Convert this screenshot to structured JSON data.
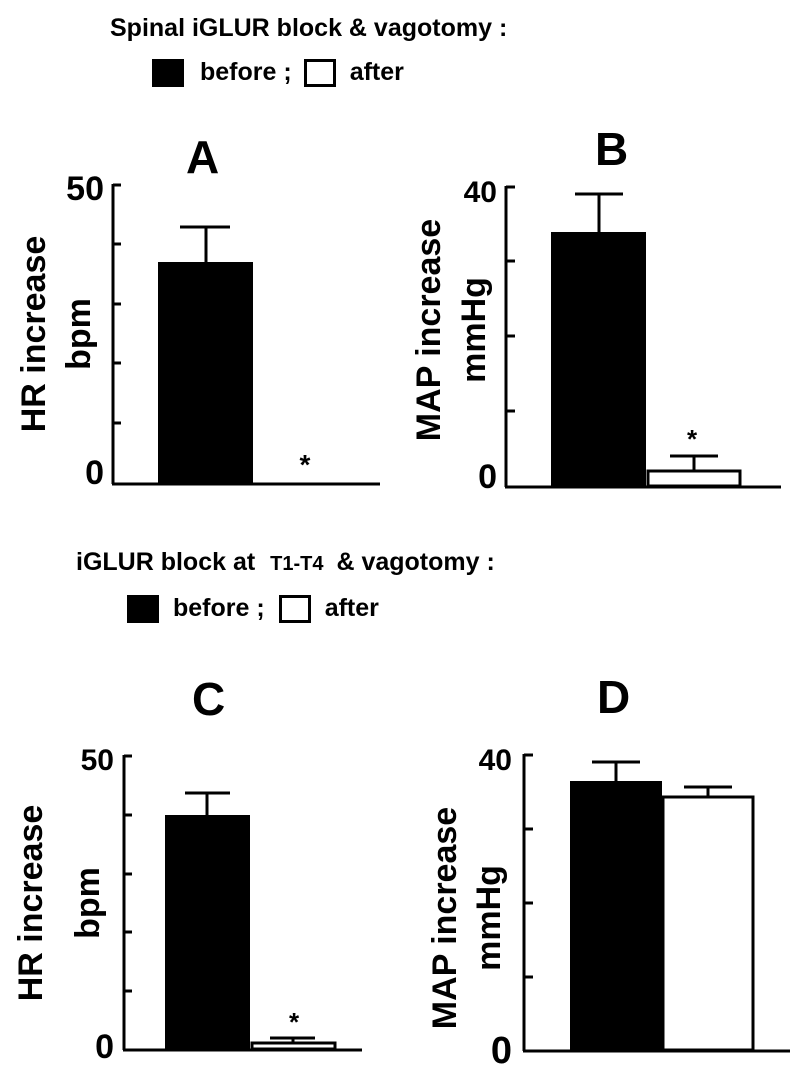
{
  "top": {
    "heading": "Spinal iGLUR block  & vagotomy :",
    "legend": {
      "before": "before ;",
      "after": "after"
    }
  },
  "bottom": {
    "heading_prefix": "iGLUR block at",
    "heading_segment": "T1-T4",
    "heading_suffix": "& vagotomy :",
    "legend": {
      "before": "before ;",
      "after": "after"
    }
  },
  "panels": {
    "A": {
      "letter": "A",
      "ylabel_line1": "HR increase",
      "ylabel_line2": "bpm",
      "ymax_label": "50",
      "ymin_label": "0",
      "sig": "*"
    },
    "B": {
      "letter": "B",
      "ylabel_line1": "MAP increase",
      "ylabel_line2": "mmHg",
      "ymax_label": "40",
      "ymin_label": "0",
      "sig": "*"
    },
    "C": {
      "letter": "C",
      "ylabel_line1": "HR increase",
      "ylabel_line2": "bpm",
      "ymax_label": "50",
      "ymin_label": "0",
      "sig": "*"
    },
    "D": {
      "letter": "D",
      "ylabel_line1": "MAP increase",
      "ylabel_line2": "mmHg",
      "ymax_label": "40",
      "ymin_label": "0"
    }
  },
  "colors": {
    "before": "#000000",
    "after": "#ffffff",
    "axis": "#000000"
  },
  "chart_data": [
    {
      "type": "bar",
      "panel": "A",
      "title": "Spinal iGLUR block & vagotomy",
      "categories": [
        "before",
        "after"
      ],
      "values": [
        37,
        0
      ],
      "error": [
        6,
        0
      ],
      "ylabel": "HR increase bpm",
      "ylim": [
        0,
        50
      ],
      "yticks": [
        0,
        10,
        20,
        30,
        40,
        50
      ],
      "annotations": [
        "* on after bar"
      ]
    },
    {
      "type": "bar",
      "panel": "B",
      "title": "Spinal iGLUR block & vagotomy",
      "categories": [
        "before",
        "after"
      ],
      "values": [
        34,
        2
      ],
      "error": [
        5,
        2
      ],
      "ylabel": "MAP increase mmHg",
      "ylim": [
        0,
        40
      ],
      "yticks": [
        0,
        10,
        20,
        30,
        40
      ],
      "annotations": [
        "* on after bar"
      ]
    },
    {
      "type": "bar",
      "panel": "C",
      "title": "iGLUR block at T1-T4 & vagotomy",
      "categories": [
        "before",
        "after"
      ],
      "values": [
        40,
        1.2
      ],
      "error": [
        3.7,
        0.8
      ],
      "ylabel": "HR increase bpm",
      "ylim": [
        0,
        50
      ],
      "yticks": [
        0,
        10,
        20,
        30,
        40,
        50
      ],
      "annotations": [
        "* on after bar"
      ]
    },
    {
      "type": "bar",
      "panel": "D",
      "title": "iGLUR block at T1-T4 & vagotomy",
      "categories": [
        "before",
        "after"
      ],
      "values": [
        36.5,
        34.3
      ],
      "error": [
        2.6,
        1.4
      ],
      "ylabel": "MAP increase mmHg",
      "ylim": [
        0,
        40
      ],
      "yticks": [
        0,
        10,
        20,
        30,
        40
      ]
    }
  ]
}
